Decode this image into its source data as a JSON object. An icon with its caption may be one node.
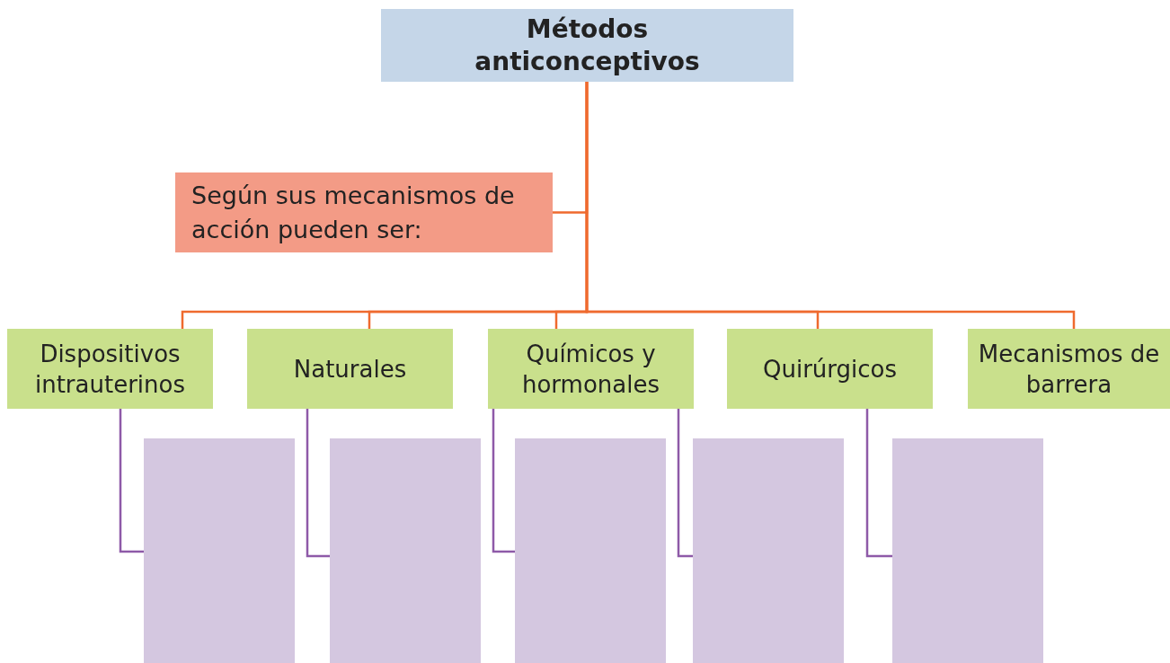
{
  "diagram": {
    "nodes": [
      {
        "text": [
          "Métodos anticonceptivos"
        ]
      },
      {
        "text": [
          "Según sus mecanismos de acción pueden ser:"
        ]
      },
      {
        "text": [
          "Dispositivos intrauterinos"
        ]
      },
      {
        "text": [
          "Naturales"
        ]
      },
      {
        "text": [
          "Químicos y hormonales"
        ]
      },
      {
        "text": [
          "Quirúrgicos"
        ]
      },
      {
        "text": [
          "Mecanismos de barrera"
        ]
      },
      {
        "text": [],
        "shape": "box"
      },
      {
        "text": [],
        "shape": "box"
      },
      {
        "text": [],
        "shape": "box"
      },
      {
        "text": [],
        "shape": "box"
      },
      {
        "text": [],
        "shape": "box"
      }
    ],
    "edges": [
      {
        "from": 0,
        "to": 1,
        "arrow": "none"
      },
      {
        "from": 0,
        "to": 2,
        "arrow": "none"
      },
      {
        "from": 0,
        "to": 3,
        "arrow": "none"
      },
      {
        "from": 0,
        "to": 4,
        "arrow": "none"
      },
      {
        "from": 0,
        "to": 5,
        "arrow": "none"
      },
      {
        "from": 0,
        "to": 6,
        "arrow": "none"
      },
      {
        "from": 2,
        "to": 7,
        "arrow": "none",
        "color": "#8e5aa8"
      },
      {
        "from": 3,
        "to": 8,
        "arrow": "none",
        "color": "#8e5aa8"
      },
      {
        "from": 4,
        "to": 9,
        "arrow": "none",
        "color": "#8e5aa8"
      },
      {
        "from": 4,
        "to": 10,
        "arrow": "none",
        "color": "#8e5aa8"
      },
      {
        "from": 5,
        "to": 11,
        "arrow": "none",
        "color": "#8e5aa8"
      }
    ]
  }
}
